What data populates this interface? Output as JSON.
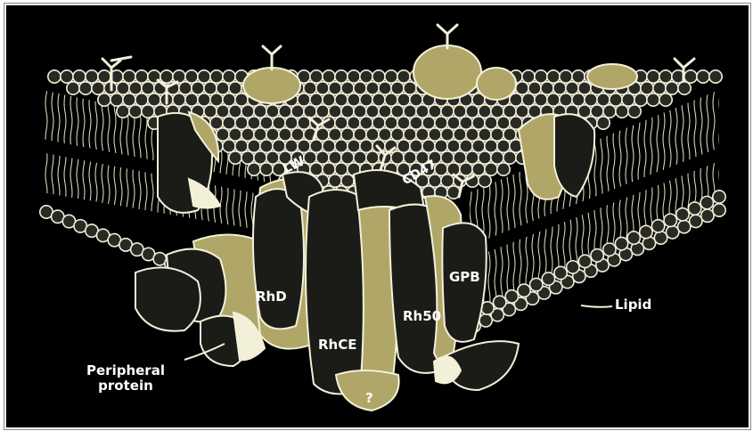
{
  "labels": {
    "lw": "LW",
    "cd47": "CD47",
    "rhd": "RhD",
    "rhce": "RhCE",
    "rh50": "Rh50",
    "gpb": "GPB",
    "unknown": "?",
    "lipid": "Lipid",
    "peripheral_line1": "Peripheral",
    "peripheral_line2": "protein"
  },
  "colors": {
    "background": "#000000",
    "protein_olive": "#b0a667",
    "protein_dark": "#1b1b17",
    "lipid_head": "#2a2a25",
    "outline": "#f2f0d9"
  }
}
